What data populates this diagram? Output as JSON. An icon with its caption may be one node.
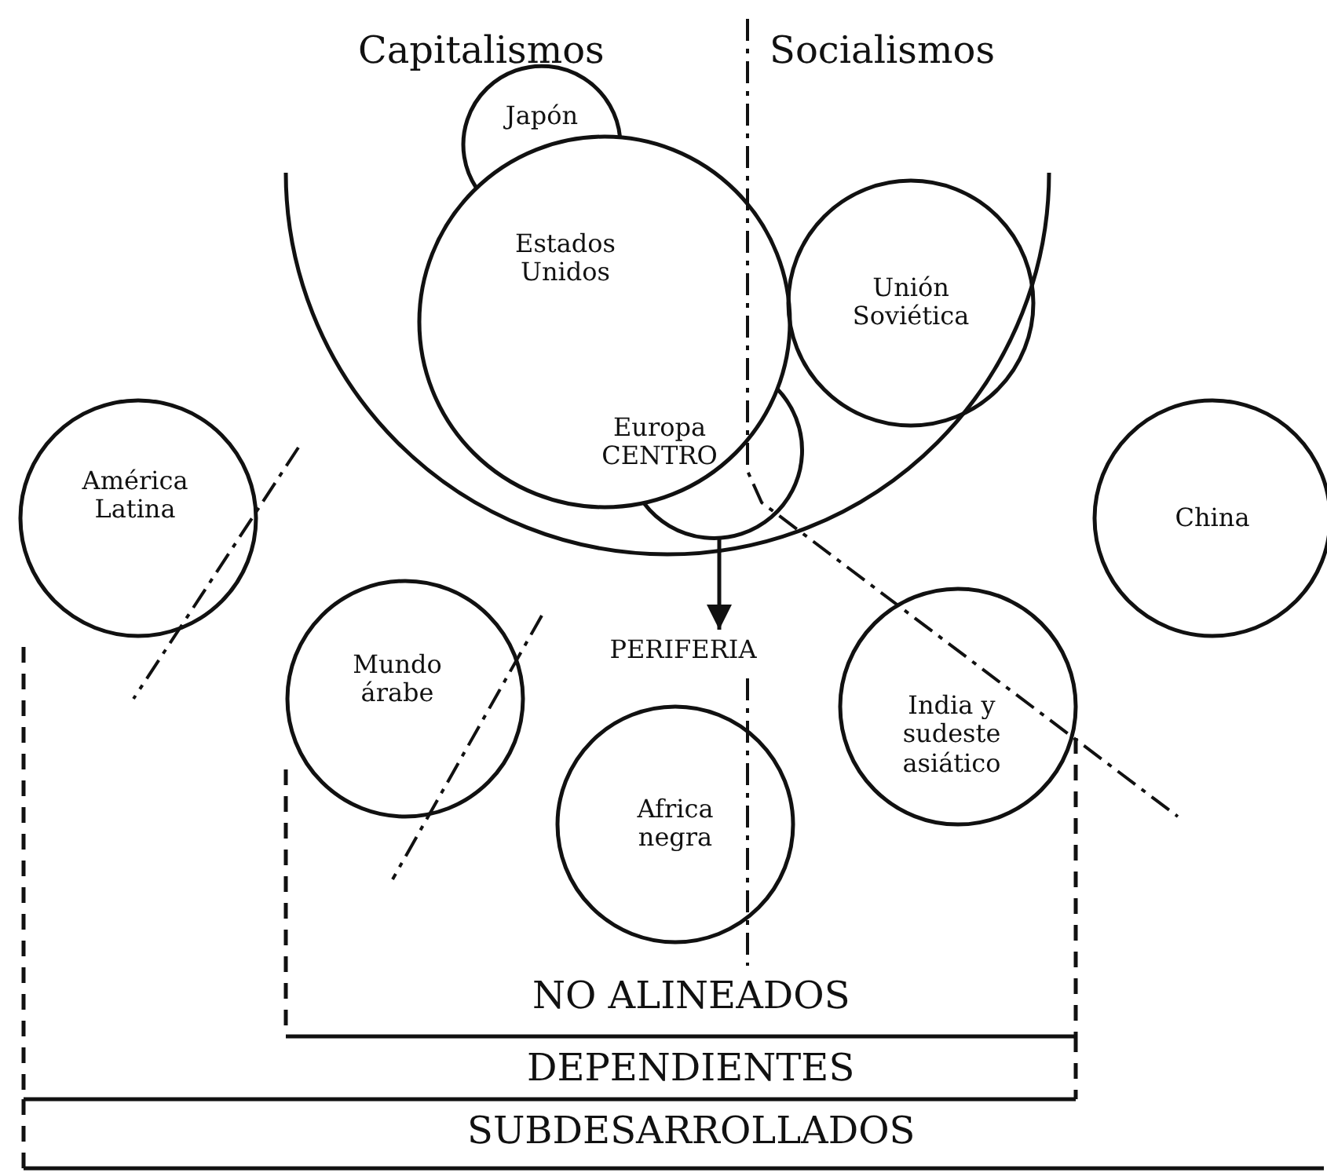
{
  "diagram": {
    "nodes": [
      {
        "text": [
          "Japón"
        ]
      },
      {
        "text": [
          "Estados Unidos"
        ]
      },
      {
        "text": [
          "Unión Soviética"
        ]
      },
      {
        "text": [
          "Europa CENTRO"
        ]
      },
      {
        "text": [
          "América Latina"
        ]
      },
      {
        "text": [
          "China"
        ]
      },
      {
        "text": [
          "PERIFERIA"
        ]
      },
      {
        "text": [
          "Mundo árabe"
        ]
      },
      {
        "text": [
          "India y sudeste asiático"
        ]
      },
      {
        "text": [
          "Africa negra"
        ]
      }
    ],
    "edges": [
      {
        "from": 3,
        "to": 6,
        "arrow": "to"
      }
    ],
    "labels": [
      "Capitalismos",
      "Socialismos",
      "NO ALINEADOS",
      "DEPENDIENTES",
      "SUBDESARROLLADOS"
    ]
  }
}
